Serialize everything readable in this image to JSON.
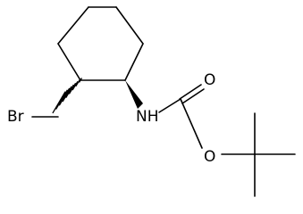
{
  "molecule": {
    "atoms": {
      "bromine": "Br",
      "amide_nitrogen": "NH",
      "carbonyl_oxygen": "O",
      "ester_oxygen": "O"
    }
  }
}
